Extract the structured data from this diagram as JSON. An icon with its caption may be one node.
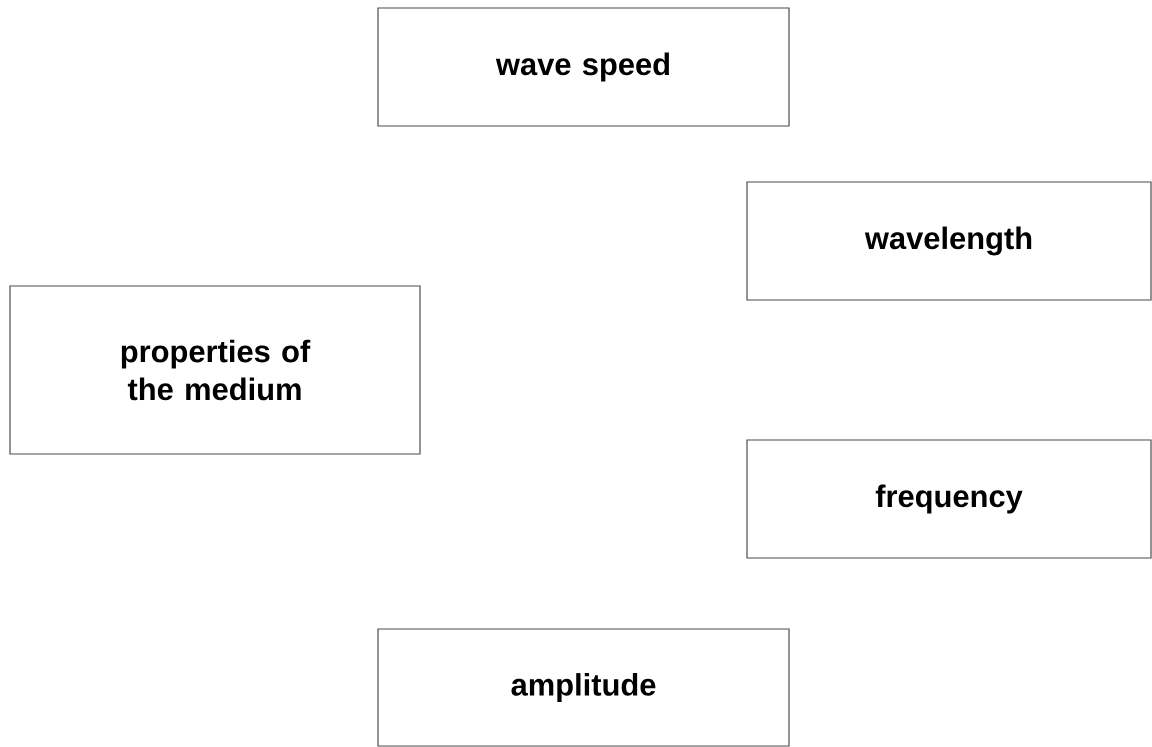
{
  "diagram": {
    "nodes": [
      {
        "text": [
          "wave speed"
        ]
      },
      {
        "text": [
          "wavelength"
        ]
      },
      {
        "text": [
          "properties of the medium"
        ]
      },
      {
        "text": [
          "frequency"
        ]
      },
      {
        "text": [
          "amplitude"
        ]
      }
    ]
  }
}
